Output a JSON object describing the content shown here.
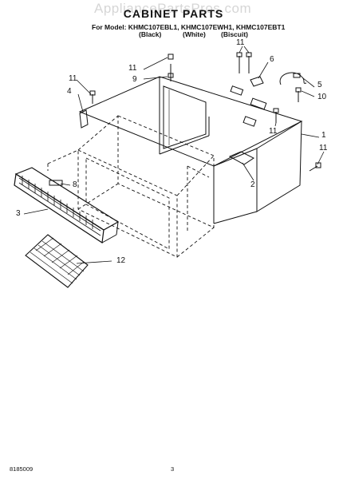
{
  "watermark": "AppliancePartsPros.com",
  "title": "CABINET PARTS",
  "model_line": "For Model: KHMC107EBL1, KHMC107EWH1, KHMC107EBT1",
  "variants": [
    "(Black)",
    "(White)",
    "(Biscuit)"
  ],
  "callouts": [
    "11",
    "9",
    "11",
    "6",
    "5",
    "10",
    "11",
    "4",
    "1",
    "11",
    "8",
    "2",
    "3",
    "12"
  ],
  "footer": {
    "doc_number": "8185009",
    "page_number": "3"
  }
}
